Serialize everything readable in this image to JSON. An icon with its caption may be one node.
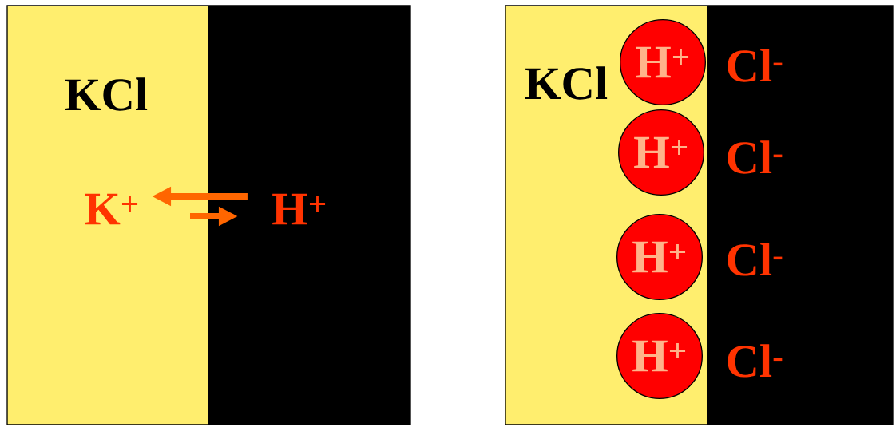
{
  "diagram": {
    "nodes": [
      {
        "text": [
          "K$^{+}$"
        ]
      },
      {
        "text": [
          "H$^{+}$"
        ]
      },
      {
        "text": [
          "H$^{+}$"
        ]
      },
      {
        "text": [
          "H$^{+}$"
        ]
      },
      {
        "text": [
          "H$^{+}$"
        ]
      },
      {
        "text": [
          "H$^{+}$"
        ]
      }
    ],
    "edges": [
      {
        "from": 1,
        "to": 0,
        "arrow": "to"
      },
      {
        "from": 0,
        "to": 1,
        "arrow": "to"
      }
    ],
    "labels": [
      "KCl",
      "KCl",
      "Cl$^{-}$",
      "Cl$^{-}$",
      "Cl$^{-}$",
      "Cl$^{-}$"
    ]
  }
}
